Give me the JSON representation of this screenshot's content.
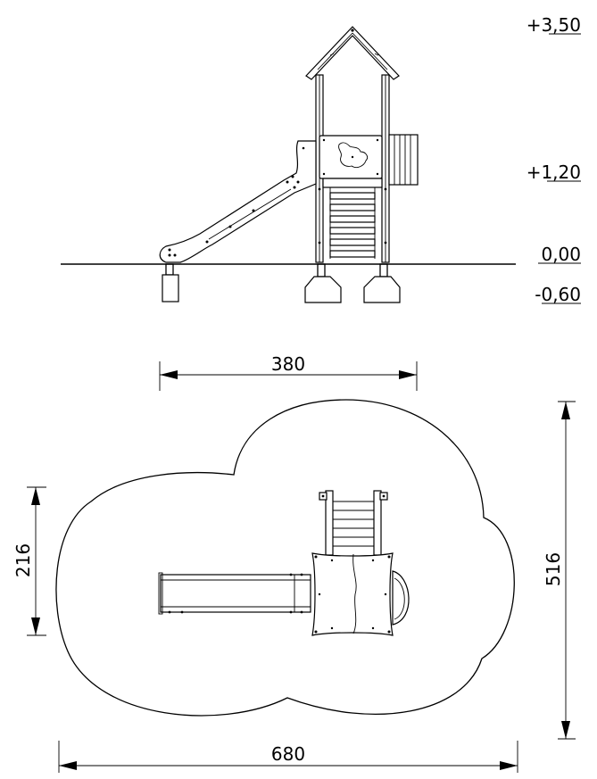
{
  "elevations": {
    "top": "+3,50",
    "platform": "+1,20",
    "ground": "0,00",
    "foundation": "-0,60"
  },
  "dimensions": {
    "equipment_length": "380",
    "equipment_width": "216",
    "area_width": "516",
    "area_length": "680"
  }
}
